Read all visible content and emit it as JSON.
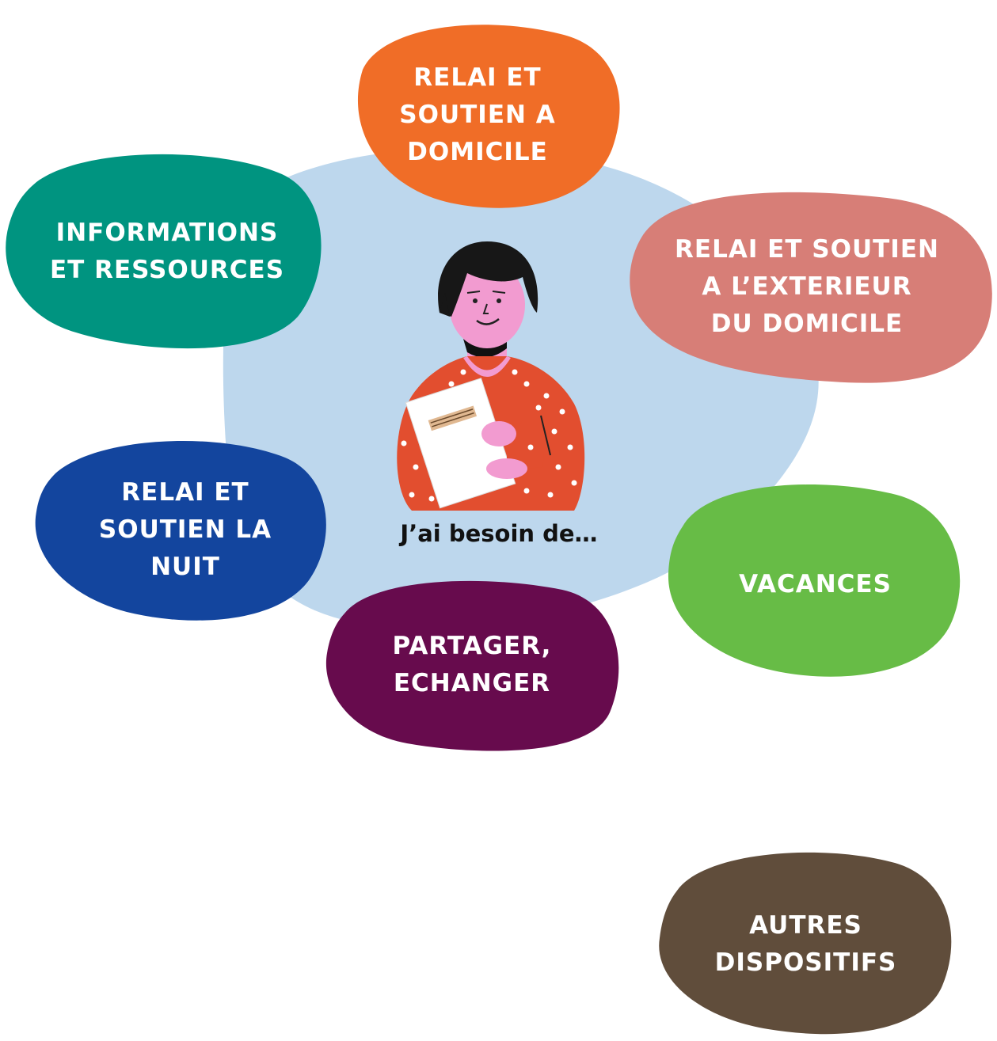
{
  "center": {
    "caption": "J’ai besoin de…",
    "background_color": "#bdd7ed",
    "figure_icon": "person-holding-notebook-illustration"
  },
  "options": [
    {
      "id": "domicile",
      "label": "RELAI ET\nSOUTIEN A\nDOMICILE",
      "color": "#f06d27"
    },
    {
      "id": "exterieur",
      "label": "RELAI ET SOUTIEN\nA L’EXTERIEUR\nDU DOMICILE",
      "color": "#d77e77"
    },
    {
      "id": "informations",
      "label": "INFORMATIONS\nET RESSOURCES",
      "color": "#009480"
    },
    {
      "id": "nuit",
      "label": "RELAI ET\nSOUTIEN LA\nNUIT",
      "color": "#13459e"
    },
    {
      "id": "vacances",
      "label": "VACANCES",
      "color": "#67bc46"
    },
    {
      "id": "partager",
      "label": "PARTAGER,\nECHANGER",
      "color": "#670b4d"
    },
    {
      "id": "autres",
      "label": "AUTRES\nDISPOSITIFS",
      "color": "#604d3b"
    }
  ]
}
